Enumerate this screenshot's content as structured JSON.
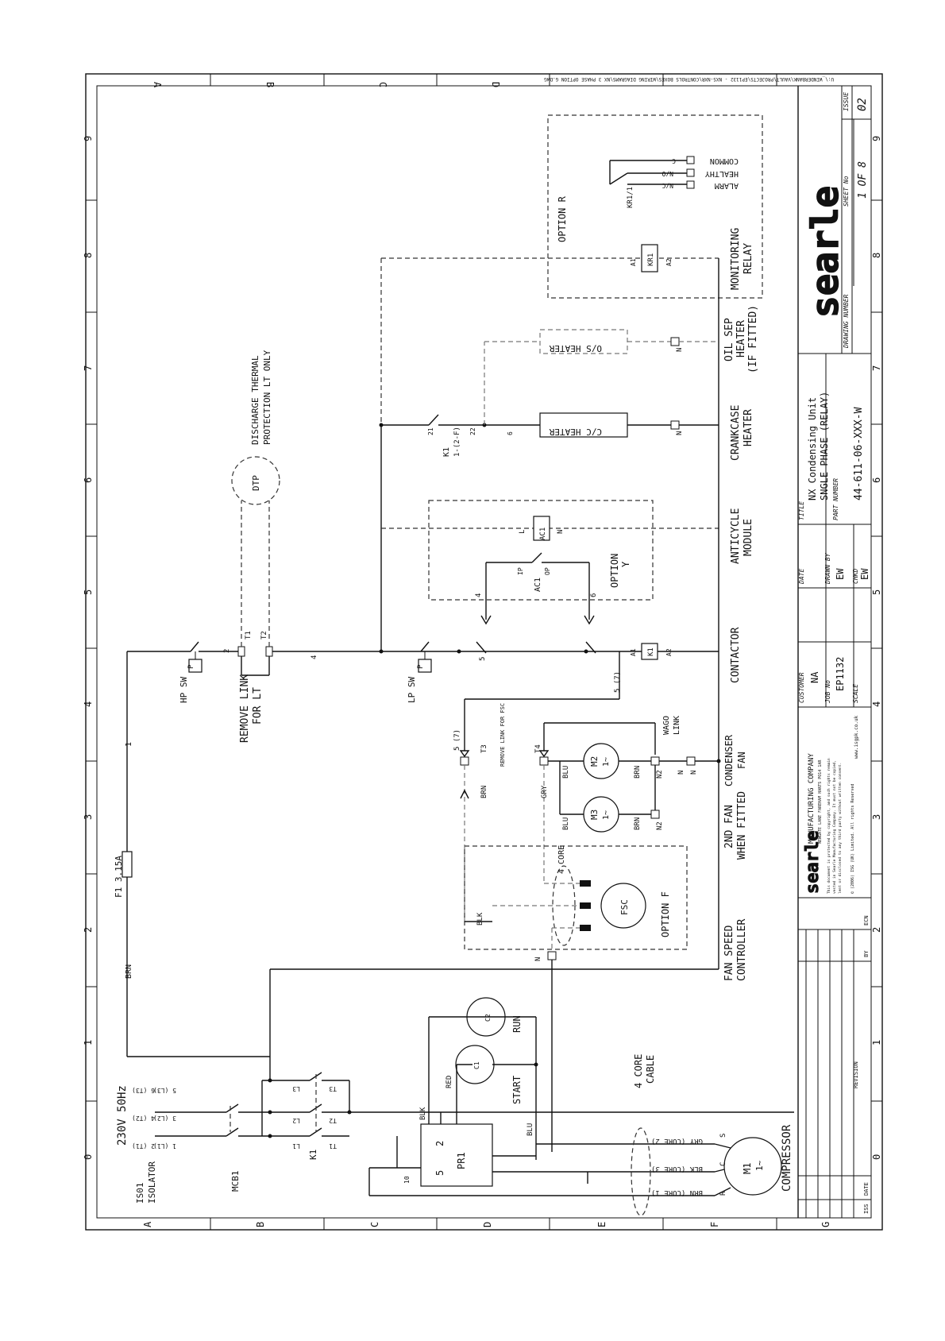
{
  "file_path": "U:\\_WINDERBANK\\VAULT\\PROJECTS\\EP1132 - NXS-NXR\\CONTROLS BOXES\\WIRING DIAGRAMS\\NX 3 PHASE OPTION G.DWG",
  "grid": {
    "numbers": [
      "0",
      "1",
      "2",
      "3",
      "4",
      "5",
      "6",
      "7",
      "8",
      "9"
    ],
    "letters": [
      "A",
      "B",
      "C",
      "D",
      "E",
      "F",
      "G"
    ]
  },
  "labels": {
    "supply": "230V 50Hz",
    "isolator_ref": "IS01",
    "isolator": "ISOLATOR",
    "mcb": "MCB1",
    "k1": "K1",
    "l1": "L1",
    "l2": "L2",
    "l3": "L3",
    "t1": "T1",
    "t2": "T2",
    "t3": "T3",
    "iso_1": "1 (L1)",
    "iso_2": "2 (T1)",
    "iso_3": "3 (L2)",
    "iso_4": "4 (T2)",
    "iso_5": "5 (L3)",
    "iso_6": "6 (T3)",
    "fuse": "F1 3.15A",
    "brn": "BRN",
    "wire_1": "1",
    "wire_2": "2",
    "wire_4": "4",
    "wire_5": "5",
    "wire_6": "6",
    "wire_10": "10",
    "wire_57": "5 (7)",
    "wire_21": "21",
    "wire_22": "22",
    "hp_sw": "HP SW",
    "lp_sw": "LP SW",
    "p": "P",
    "remove_link": "REMOVE LINK",
    "for_lt": "FOR LT",
    "dtp": "DTP",
    "dtp_note_1": "DISCHARGE THERMAL",
    "dtp_note_2": "PROTECTION LT ONLY",
    "a1": "A1",
    "a2": "A2",
    "contactor": "CONTACTOR",
    "ac1": "AC1",
    "option_y": "OPTION",
    "option_y2": "Y",
    "anticycle_1": "ANTICYCLE",
    "anticycle_2": "MODULE",
    "k1_aux": "K1",
    "k1_aux2": "1-(2-F)",
    "cc_heater": "C/C HEATER",
    "crankcase_1": "CRANKCASE",
    "crankcase_2": "HEATER",
    "os_heater": "O/S HEATER",
    "oilsep_1": "OIL SEP",
    "oilsep_2": "HEATER",
    "oilsep_3": "(IF FITTED)",
    "n": "N",
    "l": "L",
    "ip": "IP",
    "op": "OP",
    "kr1": "KR1",
    "kr11": "KR1/1",
    "option_r": "OPTION R",
    "monitoring_1": "MONITORING",
    "monitoring_2": "RELAY",
    "common": "COMMON",
    "healthy": "HEALTHY",
    "alarm": "ALARM",
    "c": "C",
    "no": "N/O",
    "nc": "N/C",
    "remove_link_fsc": "REMOVE LINK FOR FSC",
    "t4": "T4",
    "gry": "GRY",
    "blu": "BLU",
    "blk": "BLK",
    "red": "RED",
    "m2": "M2",
    "m3": "M3",
    "one_phase": "1~",
    "n2": "N2",
    "wago_1": "WAGO",
    "wago_2": "LINK",
    "condenser_1": "CONDENSER",
    "condenser_2": "FAN",
    "fan2_1": "2ND FAN",
    "fan2_2": "WHEN FITTED",
    "four_core": "4 CORE",
    "fsc": "FSC",
    "option_f": "OPTION F",
    "fsc_1": "FAN SPEED",
    "fsc_2": "CONTROLLER",
    "c1": "C1",
    "c2": "C2",
    "start": "START",
    "run": "RUN",
    "pr1": "PR1",
    "four_core_cable_1": "4 CORE",
    "four_core_cable_2": "CABLE",
    "gry_core": "GRY (CORE 2)",
    "blk_core": "BLK (CORE 3)",
    "brn_core": "BRN (CORE 1)",
    "s": "S",
    "r": "R",
    "m1": "M1",
    "compressor": "COMPRESSOR"
  },
  "title_block": {
    "issue_label": "ISSUE",
    "issue": "02",
    "sheet_label": "SHEET No",
    "sheet": "1 OF 8",
    "drawing_number_label": "DRAWING NUMBER",
    "title_label": "TITLE",
    "title_1": "NX Condensing Unit",
    "title_2": "SNGLE PHASE (RELAY)",
    "part_number_label": "PART NUMBER",
    "part_number": "44-611-06-XXX-W",
    "date_label": "DATE",
    "drawn_by_label": "DRAWN BY",
    "drawn_by": "EW",
    "chkd_label": "CHKD",
    "chkd": "EW",
    "customer_label": "CUSTOMER",
    "customer": "NA",
    "job_label": "JOB No",
    "job": "EP1132",
    "scale_label": "SCALE",
    "logo": "searle",
    "company": "MANUFACTURING COMPANY",
    "company_address": "NEWGATE LANE FAREHAM HANTS PO14 1AR",
    "copyright_1": "This document is protected by copyright, and such rights remain",
    "copyright_2": "vested in Searle Manufacturing Company. It must not be copied,",
    "copyright_3": "lent or disclosed to any third party without written consent.",
    "copyright_4": "© (2006) ISG (UK) Limited. All rights Reserved",
    "website": "www.isgpk.co.uk",
    "revision_label": "REVISION",
    "iss_label": "ISS",
    "date_col_label": "DATE",
    "by_label": "BY",
    "ecn_label": "ECN"
  }
}
